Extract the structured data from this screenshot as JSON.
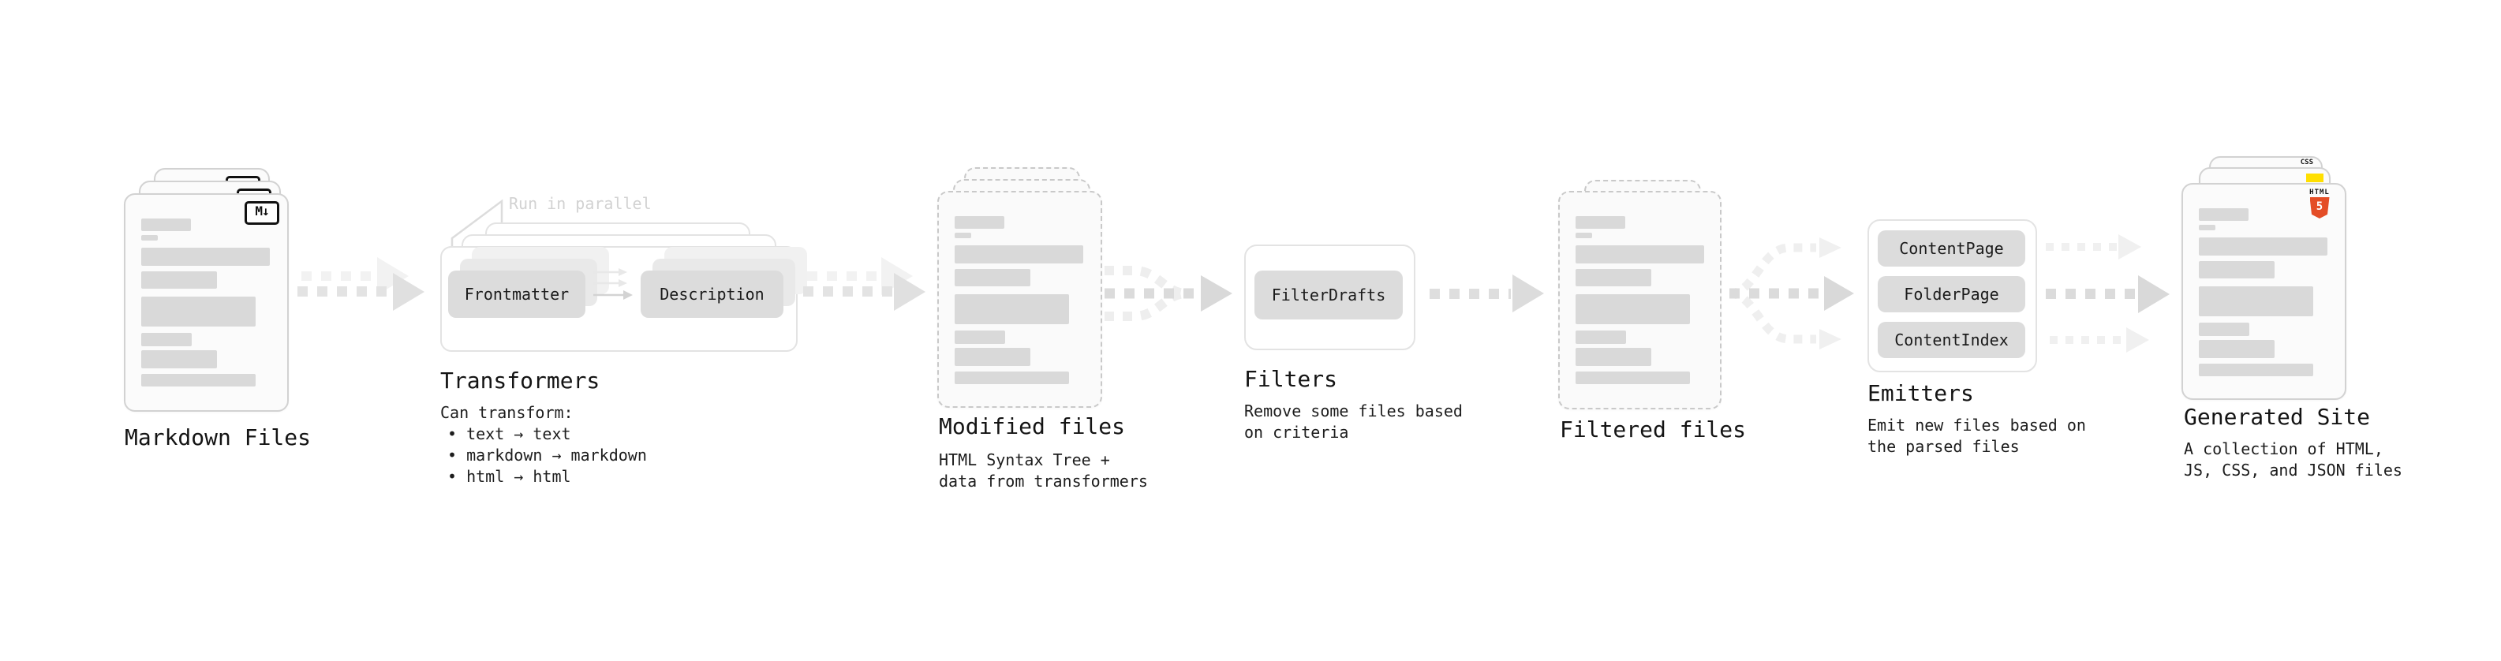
{
  "annotation": {
    "run_in_parallel": "Run in parallel"
  },
  "stages": {
    "markdown_files": {
      "label": "Markdown Files",
      "badge": "M↓"
    },
    "transformers": {
      "label": "Transformers",
      "caption_title": "Can transform:",
      "bullets": [
        "• text → text",
        "• markdown → markdown",
        "• html → html"
      ],
      "buttons": {
        "frontmatter": "Frontmatter",
        "description": "Description"
      }
    },
    "modified_files": {
      "label": "Modified files",
      "caption": "HTML Syntax Tree +\ndata from transformers"
    },
    "filters": {
      "label": "Filters",
      "caption": "Remove some files based\non criteria",
      "buttons": {
        "filter_drafts": "FilterDrafts"
      }
    },
    "filtered_files": {
      "label": "Filtered files"
    },
    "emitters": {
      "label": "Emitters",
      "caption": "Emit new files based on\nthe parsed files",
      "buttons": {
        "content_page": "ContentPage",
        "folder_page": "FolderPage",
        "content_index": "ContentIndex"
      }
    },
    "generated_site": {
      "label": "Generated Site",
      "caption": "A collection of HTML,\nJS, CSS, and JSON files",
      "badges": {
        "css_label": "CSS",
        "html_label": "HTML",
        "html5_number": "5"
      }
    }
  },
  "colors": {
    "html5_orange": "#e44d26",
    "js_yellow": "#ffdf00",
    "css_blue": "#2f6df6"
  }
}
